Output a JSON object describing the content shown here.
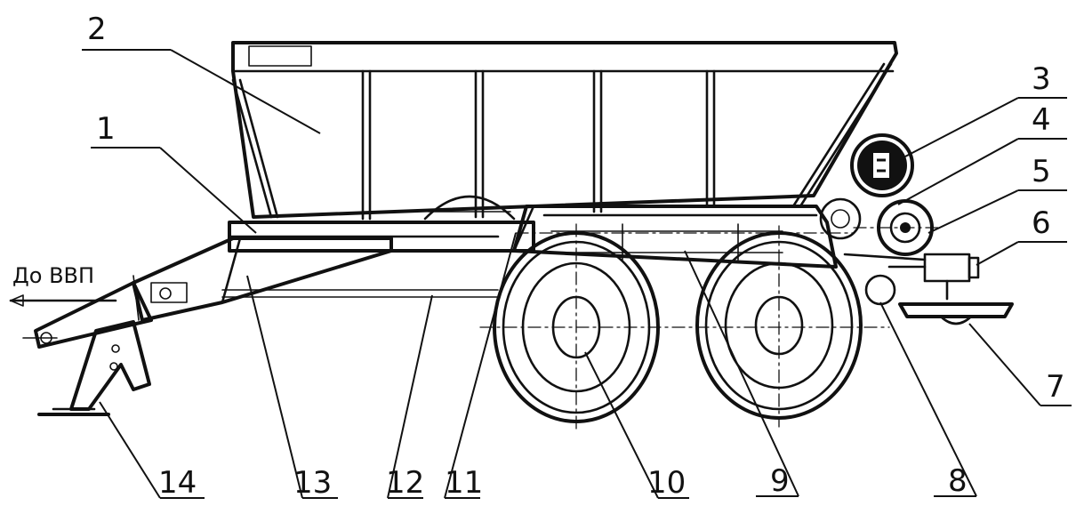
{
  "direction": {
    "text": "До ВВП"
  },
  "callouts": [
    {
      "id": "1",
      "label": "1"
    },
    {
      "id": "2",
      "label": "2"
    },
    {
      "id": "3",
      "label": "3"
    },
    {
      "id": "4",
      "label": "4"
    },
    {
      "id": "5",
      "label": "5"
    },
    {
      "id": "6",
      "label": "6"
    },
    {
      "id": "7",
      "label": "7"
    },
    {
      "id": "8",
      "label": "8"
    },
    {
      "id": "9",
      "label": "9"
    },
    {
      "id": "10",
      "label": "10"
    },
    {
      "id": "11",
      "label": "11"
    },
    {
      "id": "12",
      "label": "12"
    },
    {
      "id": "13",
      "label": "13"
    },
    {
      "id": "14",
      "label": "14"
    }
  ]
}
